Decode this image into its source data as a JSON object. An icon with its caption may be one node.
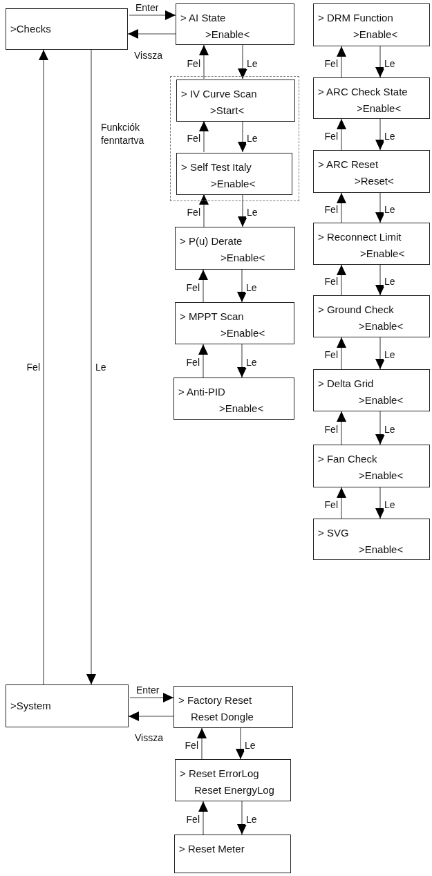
{
  "diagram": {
    "nodes": [
      {
        "text": [
          ">Checks"
        ]
      },
      {
        "text": [
          "> AI State",
          ">Enable<"
        ]
      },
      {
        "text": [],
        "shape": "box",
        "beside": [
          "Funkciók fenntartva"
        ]
      },
      {
        "text": [
          "> IV Curve Scan",
          ">Start<"
        ],
        "in": 2
      },
      {
        "text": [
          "> Self Test Italy",
          ">Enable<"
        ],
        "in": 2
      },
      {
        "text": [
          "> P(u) Derate",
          ">Enable<"
        ]
      },
      {
        "text": [
          "> MPPT Scan",
          ">Enable<"
        ]
      },
      {
        "text": [
          "> Anti-PID",
          ">Enable<"
        ]
      },
      {
        "text": [
          "> DRM Function",
          ">Enable<"
        ]
      },
      {
        "text": [
          "> ARC Check State",
          ">Enable<"
        ]
      },
      {
        "text": [
          "> ARC Reset",
          ">Reset<"
        ]
      },
      {
        "text": [
          "> Reconnect Limit",
          ">Enable<"
        ]
      },
      {
        "text": [
          "> Ground Check",
          ">Enable<"
        ]
      },
      {
        "text": [
          "> Delta Grid",
          ">Enable<"
        ]
      },
      {
        "text": [
          "> Fan Check",
          ">Enable<"
        ]
      },
      {
        "text": [
          "> SVG",
          ">Enable<"
        ]
      },
      {
        "text": [
          ">System"
        ]
      },
      {
        "text": [
          "> Factory Reset",
          "Reset Dongle"
        ]
      },
      {
        "text": [
          "> Reset ErrorLog",
          "Reset EnergyLog"
        ]
      },
      {
        "text": [
          "> Reset Meter"
        ]
      }
    ],
    "edges": [
      {
        "from": 0,
        "to": 1,
        "arrow": "to",
        "label": "Enter"
      },
      {
        "from": 1,
        "to": 0,
        "arrow": "to",
        "label": "Vissza"
      },
      {
        "from": 0,
        "to": 16,
        "arrow": "to",
        "label": "Le"
      },
      {
        "from": 16,
        "to": 0,
        "arrow": "to",
        "label": "Fel"
      },
      {
        "from": 3,
        "to": 1,
        "arrow": "to",
        "label": "Fel"
      },
      {
        "from": 1,
        "to": 3,
        "arrow": "to",
        "label": "Le"
      },
      {
        "from": 4,
        "to": 3,
        "arrow": "to",
        "label": "Fel"
      },
      {
        "from": 3,
        "to": 4,
        "arrow": "to",
        "label": "Le"
      },
      {
        "from": 5,
        "to": 4,
        "arrow": "to",
        "label": "Fel"
      },
      {
        "from": 4,
        "to": 5,
        "arrow": "to",
        "label": "Le"
      },
      {
        "from": 6,
        "to": 5,
        "arrow": "to",
        "label": "Fel"
      },
      {
        "from": 5,
        "to": 6,
        "arrow": "to",
        "label": "Le"
      },
      {
        "from": 7,
        "to": 6,
        "arrow": "to",
        "label": "Fel"
      },
      {
        "from": 6,
        "to": 7,
        "arrow": "to",
        "label": "Le"
      },
      {
        "from": 9,
        "to": 8,
        "arrow": "to",
        "label": "Fel"
      },
      {
        "from": 8,
        "to": 9,
        "arrow": "to",
        "label": "Le"
      },
      {
        "from": 10,
        "to": 9,
        "arrow": "to",
        "label": "Fel"
      },
      {
        "from": 9,
        "to": 10,
        "arrow": "to",
        "label": "Le"
      },
      {
        "from": 11,
        "to": 10,
        "arrow": "to",
        "label": "Fel"
      },
      {
        "from": 10,
        "to": 11,
        "arrow": "to",
        "label": "Le"
      },
      {
        "from": 12,
        "to": 11,
        "arrow": "to",
        "label": "Fel"
      },
      {
        "from": 11,
        "to": 12,
        "arrow": "to",
        "label": "Le"
      },
      {
        "from": 13,
        "to": 12,
        "arrow": "to",
        "label": "Fel"
      },
      {
        "from": 12,
        "to": 13,
        "arrow": "to",
        "label": "Le"
      },
      {
        "from": 14,
        "to": 13,
        "arrow": "to",
        "label": "Fel"
      },
      {
        "from": 13,
        "to": 14,
        "arrow": "to",
        "label": "Le"
      },
      {
        "from": 15,
        "to": 14,
        "arrow": "to",
        "label": "Fel"
      },
      {
        "from": 14,
        "to": 15,
        "arrow": "to",
        "label": "Le"
      },
      {
        "from": 16,
        "to": 17,
        "arrow": "to",
        "label": "Enter"
      },
      {
        "from": 17,
        "to": 16,
        "arrow": "to",
        "label": "Vissza"
      },
      {
        "from": 18,
        "to": 17,
        "arrow": "to",
        "label": "Fel"
      },
      {
        "from": 17,
        "to": 18,
        "arrow": "to",
        "label": "Le"
      },
      {
        "from": 19,
        "to": 18,
        "arrow": "to",
        "label": "Fel"
      },
      {
        "from": 18,
        "to": 19,
        "arrow": "to",
        "label": "Le"
      }
    ]
  }
}
